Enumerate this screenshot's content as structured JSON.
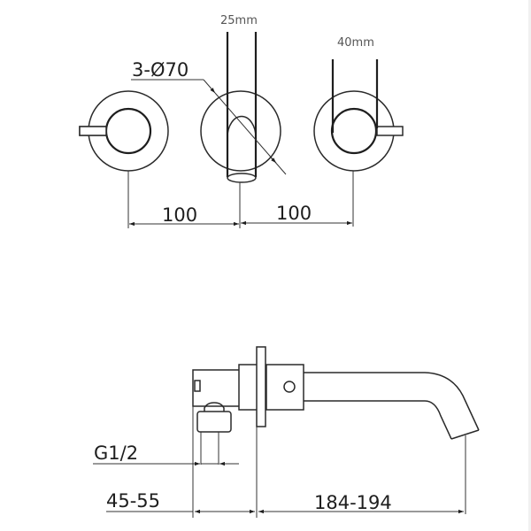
{
  "drawing": {
    "top_view": {
      "labels": {
        "spout_width": "25mm",
        "handle_width": "40mm",
        "plate_diameter": "3-Ø70",
        "spacing_left": "100",
        "spacing_right": "100"
      }
    },
    "side_view": {
      "labels": {
        "thread": "G1/2",
        "wall_depth": "45-55",
        "spout_reach": "184-194"
      }
    },
    "colors": {
      "line": "#1e1e1e",
      "small_text": "#555555",
      "background": "#ffffff"
    }
  }
}
